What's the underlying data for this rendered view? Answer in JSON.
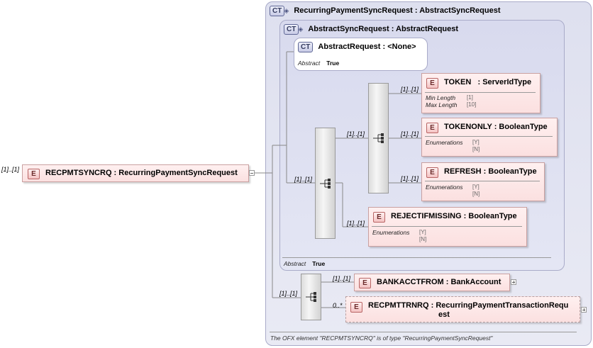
{
  "root": {
    "cardinality": "[1]..[1]",
    "badge": "E",
    "label": "RECPMTSYNCRQ : RecurringPaymentSyncRequest"
  },
  "outer_ct": {
    "badge": "CT",
    "title": "RecurringPaymentSyncRequest : AbstractSyncRequest",
    "abstract_label": "Abstract",
    "abstract_value": "True",
    "footer": "The OFX element \"RECPMTSYNCRQ\" is of type \"RecurringPaymentSyncRequest\""
  },
  "mid_ct": {
    "badge": "CT",
    "title": "AbstractSyncRequest : AbstractRequest"
  },
  "inner_ct": {
    "badge": "CT",
    "title": "AbstractRequest : <None>",
    "abstract_label": "Abstract",
    "abstract_value": "True"
  },
  "cardinalities": {
    "seq_outer": "[1]..[1]",
    "seq_inner": "[1]..[1]",
    "token": "[1]..[1]",
    "tokenonly": "[1]..[1]",
    "refresh": "[1]..[1]",
    "rejectifmissing": "[1]..[1]",
    "seq_bottom": "[1]..[1]",
    "bankacctfrom": "[1]..[1]",
    "recpmttrnrq": "0..*"
  },
  "elements": {
    "token": {
      "badge": "E",
      "label": "TOKEN   : ServerIdType",
      "facets": [
        {
          "name": "Min Length",
          "value": "[1]"
        },
        {
          "name": "Max Length",
          "value": "[10]"
        }
      ]
    },
    "tokenonly": {
      "badge": "E",
      "label": "TOKENONLY : BooleanType",
      "facet_name": "Enumerations",
      "values": [
        "[Y]",
        "[N]"
      ]
    },
    "refresh": {
      "badge": "E",
      "label": "REFRESH : BooleanType",
      "facet_name": "Enumerations",
      "values": [
        "[Y]",
        "[N]"
      ]
    },
    "rejectifmissing": {
      "badge": "E",
      "label": "REJECTIFMISSING : BooleanType",
      "facet_name": "Enumerations",
      "values": [
        "[Y]",
        "[N]"
      ]
    },
    "bankacctfrom": {
      "badge": "E",
      "label": "BANKACCTFROM : BankAccount"
    },
    "recpmttrnrq": {
      "badge": "E",
      "label_line1": "RECPMTTRNRQ : RecurringPaymentTransactionRequ",
      "label_line2": "est"
    }
  }
}
